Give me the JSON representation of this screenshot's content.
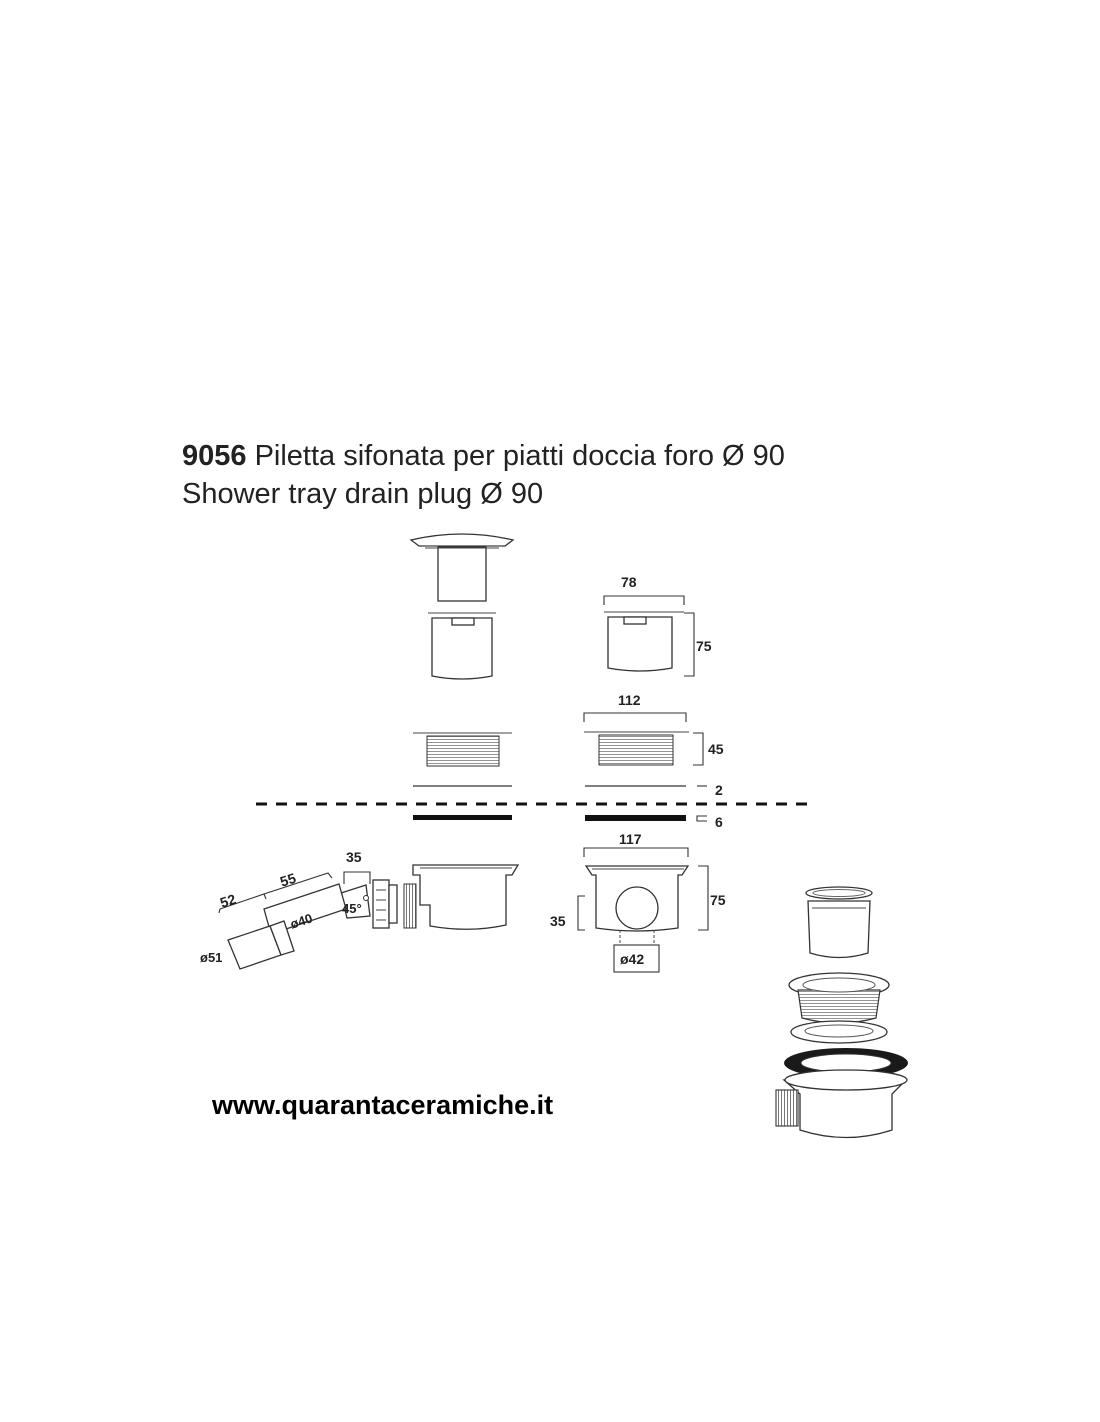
{
  "header": {
    "code": "9056",
    "title_it": "Piletta sifonata per piatti doccia foro Ø 90",
    "title_en": "Shower tray drain plug Ø 90"
  },
  "dimensions": {
    "cup_width": "78",
    "cup_height": "75",
    "flange_width": "112",
    "flange_height": "45",
    "washer_thickness": "2",
    "gasket_thickness": "6",
    "body_width": "117",
    "body_height": "75",
    "outlet_offset": "35",
    "outlet_diameter": "ø42",
    "pipe_length_1": "52",
    "pipe_length_2": "55",
    "elbow_length": "35",
    "elbow_angle": "45°",
    "pipe_diameter_small": "ø40",
    "pipe_diameter_large": "ø51"
  },
  "footer": {
    "website": "www.quarantaceramiche.it"
  }
}
